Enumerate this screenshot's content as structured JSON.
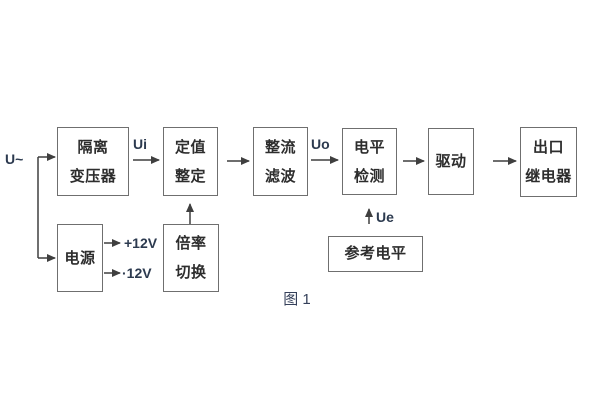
{
  "caption": "图 1",
  "labels": {
    "input": "U~",
    "ui": "Ui",
    "uo": "Uo",
    "ue": "Ue",
    "plus12": "+12V",
    "minus12": "·12V"
  },
  "blocks": {
    "isolation_transformer": {
      "line1": "隔离",
      "line2": "变压器"
    },
    "setting": {
      "line1": "定值",
      "line2": "整定"
    },
    "rectifier_filter": {
      "line1": "整流",
      "line2": "滤波"
    },
    "level_detector": {
      "line1": "电平",
      "line2": "检测"
    },
    "driver": {
      "line1": "驱动"
    },
    "output_relay": {
      "line1": "出口",
      "line2": "继电器"
    },
    "power_supply": {
      "line1": "电源"
    },
    "ratio_switch": {
      "line1": "倍率",
      "line2": "切换"
    },
    "reference_level": {
      "line1": "参考电平"
    }
  },
  "colors": {
    "background": "#ffffff",
    "box_border": "#6f6f6f",
    "wire": "#3f3f3f",
    "block_text": "#2d2d2d",
    "signal_text": "#2c3a4f"
  }
}
